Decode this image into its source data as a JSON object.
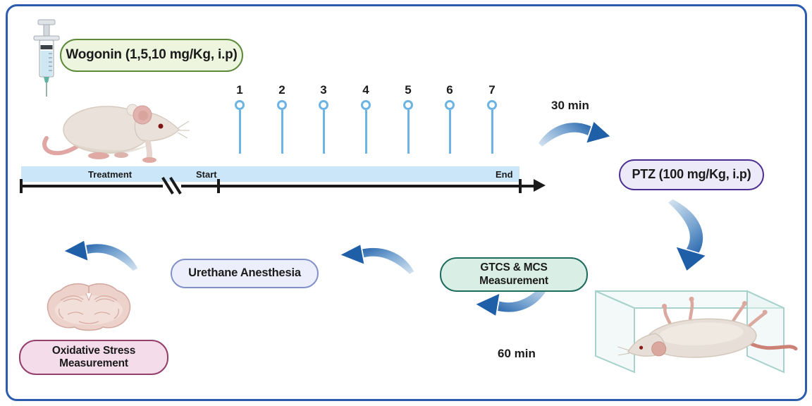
{
  "diagram": {
    "treatment_pill": {
      "label": "Wogonin (1,5,10 mg/Kg, i.p)",
      "border_color": "#5c8a3a",
      "bg_color": "#edf5df"
    },
    "timeline": {
      "days": [
        "1",
        "2",
        "3",
        "4",
        "5",
        "6",
        "7"
      ],
      "treatment_label": "Treatment",
      "start_label": "Start",
      "end_label": "End",
      "bar_color": "#cbe6f8",
      "pin_color": "#6cb4e4",
      "axis_color": "#1a1a1a"
    },
    "intervals": {
      "before_ptz": "30 min",
      "observation": "60 min"
    },
    "ptz_pill": {
      "label": "PTZ (100 mg/Kg, i.p)",
      "border_color": "#4b2d91",
      "bg_color": "#ece9f8"
    },
    "gtcs_pill": {
      "line1": "GTCS & MCS",
      "line2": "Measurement",
      "border_color": "#1d6b5d",
      "bg_color": "#d9efe6"
    },
    "urethane_pill": {
      "label": "Urethane Anesthesia",
      "border_color": "#8290c8",
      "bg_color": "#eceefb"
    },
    "oxidative_pill": {
      "line1": "Oxidative Stress",
      "line2": "Measurement",
      "border_color": "#93406d",
      "bg_color": "#f5dcea"
    },
    "icons": {
      "syringe": "syringe-icon",
      "mouse": "lab-mouse-icon",
      "seizure_box": "mouse-in-chamber-icon",
      "brain": "brain-coronal-section-icon",
      "arrows": "curved-swoosh-arrow-icon"
    },
    "colors": {
      "frame_border": "#2b5cad",
      "arrow_dark": "#1f5fa8",
      "arrow_light": "#dce8f2"
    }
  }
}
